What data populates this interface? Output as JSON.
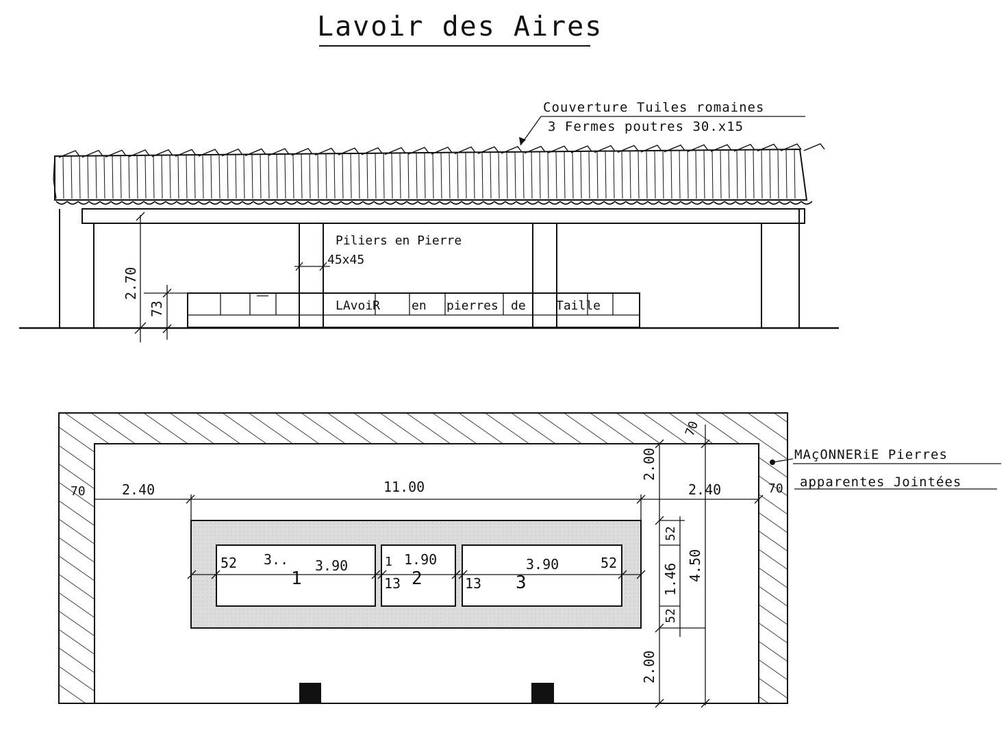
{
  "title": "Lavoir des Aires",
  "elevation": {
    "roof_note_line1": "Couverture Tuiles romaines",
    "roof_note_line2": "3 Fermes poutres 30.x15",
    "pillar_note_line1": "Piliers en Pierre",
    "pillar_note_line2": "45x45",
    "basin_words": [
      "LAvoiR",
      "en",
      "pierres",
      "de",
      "Taille"
    ],
    "height_total": "2.70",
    "height_basin": "73"
  },
  "plan": {
    "masonry_note_line1": "MAçONNERiE Pierres",
    "masonry_note_line2": "apparentes Jointées",
    "wall_left": "70",
    "wall_right": "70",
    "wall_top": "70",
    "margin_left": "2.40",
    "margin_right": "2.40",
    "basin_length": "11.00",
    "margin_top": "2.00",
    "margin_bottom": "2.00",
    "basin_depth_total": "4.50",
    "rim_top": "52",
    "rim_bottom": "52",
    "inner_depth": "1.46",
    "basins": [
      {
        "number": "1",
        "length": "3.90",
        "left_rim": "52",
        "extra": "3.."
      },
      {
        "number": "2",
        "length": "1.90",
        "left_rim": "13",
        "extra": "1"
      },
      {
        "number": "3",
        "length": "3.90",
        "left_rim": "13",
        "right_rim": "52"
      }
    ]
  }
}
